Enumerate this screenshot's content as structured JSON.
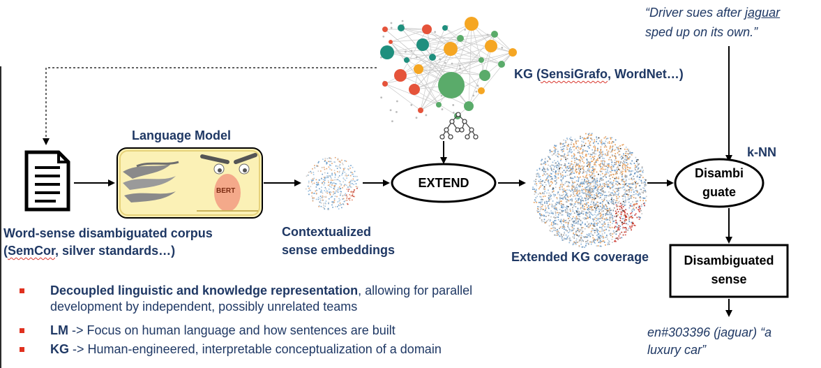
{
  "labels": {
    "language_model": "Language Model",
    "bert": "BERT",
    "corpus_line1": "Word-sense disambiguated corpus",
    "corpus_line2_open": "(",
    "corpus_line2_semcor": "SemCor",
    "corpus_line2_rest": ", silver standards…)",
    "contextualized_line1": "Contextualized",
    "contextualized_line2": "sense embeddings",
    "extend": "EXTEND",
    "kg_open": "KG (",
    "kg_sensigrafo": "SensiGrafo",
    "kg_rest": ", WordNet…)",
    "extended_kg": "Extended KG coverage",
    "knn": "k-NN",
    "disambiguate_line1": "Disambi",
    "disambiguate_line2": "guate",
    "disambiguated_line1": "Disambiguated",
    "disambiguated_line2": "sense",
    "quote_line1_pre": "“Driver sues after ",
    "quote_line1_word": "jaguar",
    "quote_line2": "sped up on its own.”",
    "output_line1": "en#303396 (jaguar) “a",
    "output_line2": "luxury car”"
  },
  "bullets": [
    {
      "bold": "Decoupled linguistic and knowledge representation",
      "text": ", allowing for parallel",
      "cont": "development by independent, possibly unrelated teams"
    },
    {
      "bold": "LM",
      "text": " -> Focus on human language and how sentences are built"
    },
    {
      "bold": "KG",
      "text": " -> Human-engineered, interpretable conceptualization of a domain"
    }
  ],
  "icons": [
    "document-icon",
    "bert-face-icon",
    "knowledge-graph-icon",
    "tree-icon",
    "scatter-cloud-icon"
  ],
  "colors": {
    "navy": "#1f3864",
    "bullet_red": "#e0311f",
    "lm_box_fill": "#fbf1b6",
    "lm_box_stroke": "#000000",
    "kg_teal": "#1f8f7e",
    "kg_orange": "#f5a623",
    "kg_red": "#e5533a",
    "kg_green": "#5aab6a"
  }
}
